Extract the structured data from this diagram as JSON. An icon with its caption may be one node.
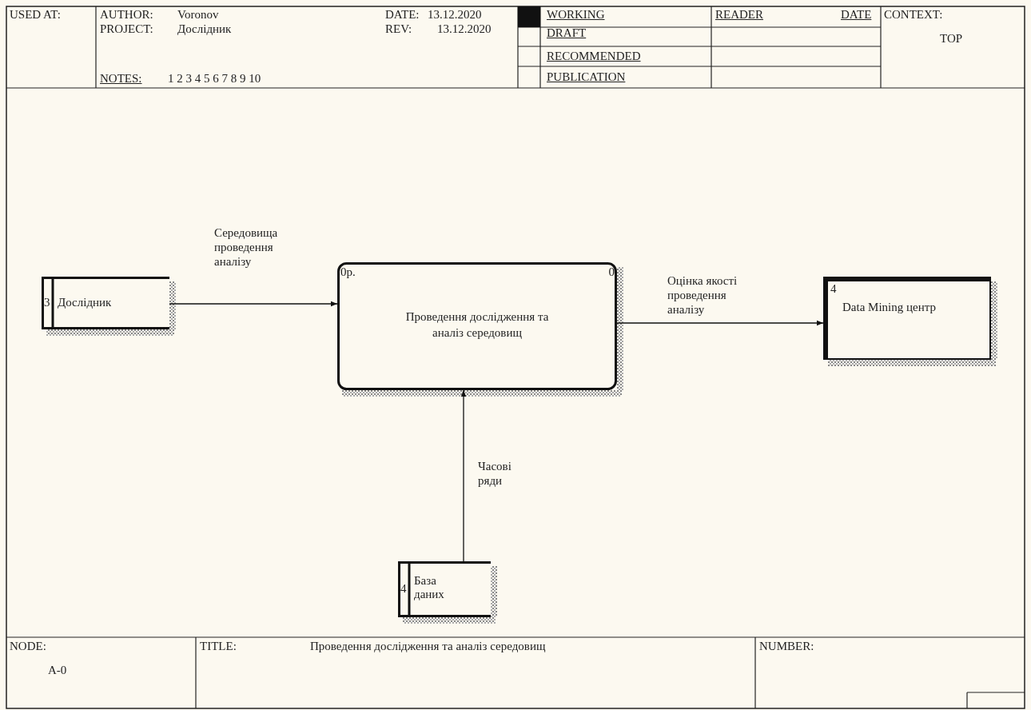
{
  "diagram": {
    "title": "Проведення дослідження та аналіз середовищ",
    "nodes": [
      {
        "text": [
          "3",
          "Дослідник"
        ]
      },
      {
        "text": [
          "0р.",
          "0",
          "Проведення дослідження та аналіз середовищ"
        ]
      },
      {
        "text": [
          "4",
          "Data Mining центр"
        ]
      },
      {
        "text": [
          "4",
          "База даних"
        ]
      }
    ],
    "edges": [
      {
        "from": 0,
        "to": 1,
        "arrow": "to",
        "label": "Середовища проведення аналізу"
      },
      {
        "from": 1,
        "to": 2,
        "arrow": "to",
        "label": "Оцінка якості проведення аналізу"
      },
      {
        "from": 3,
        "to": 1,
        "arrow": "to",
        "label": "Часові ряди"
      }
    ],
    "labels": [
      "USED AT:",
      "AUTHOR:",
      "Voronov",
      "DATE:",
      "13.12.2020",
      "WORKING",
      "READER",
      "DATE",
      "CONTEXT:",
      "PROJECT:",
      "Дослідник",
      "REV:",
      "13.12.2020",
      "DRAFT",
      "TOP",
      "RECOMMENDED",
      "NOTES:",
      "1 2 3 4 5 6 7 8 9 10",
      "PUBLICATION",
      "NODE:",
      "TITLE:",
      "NUMBER:",
      "A-0"
    ]
  }
}
